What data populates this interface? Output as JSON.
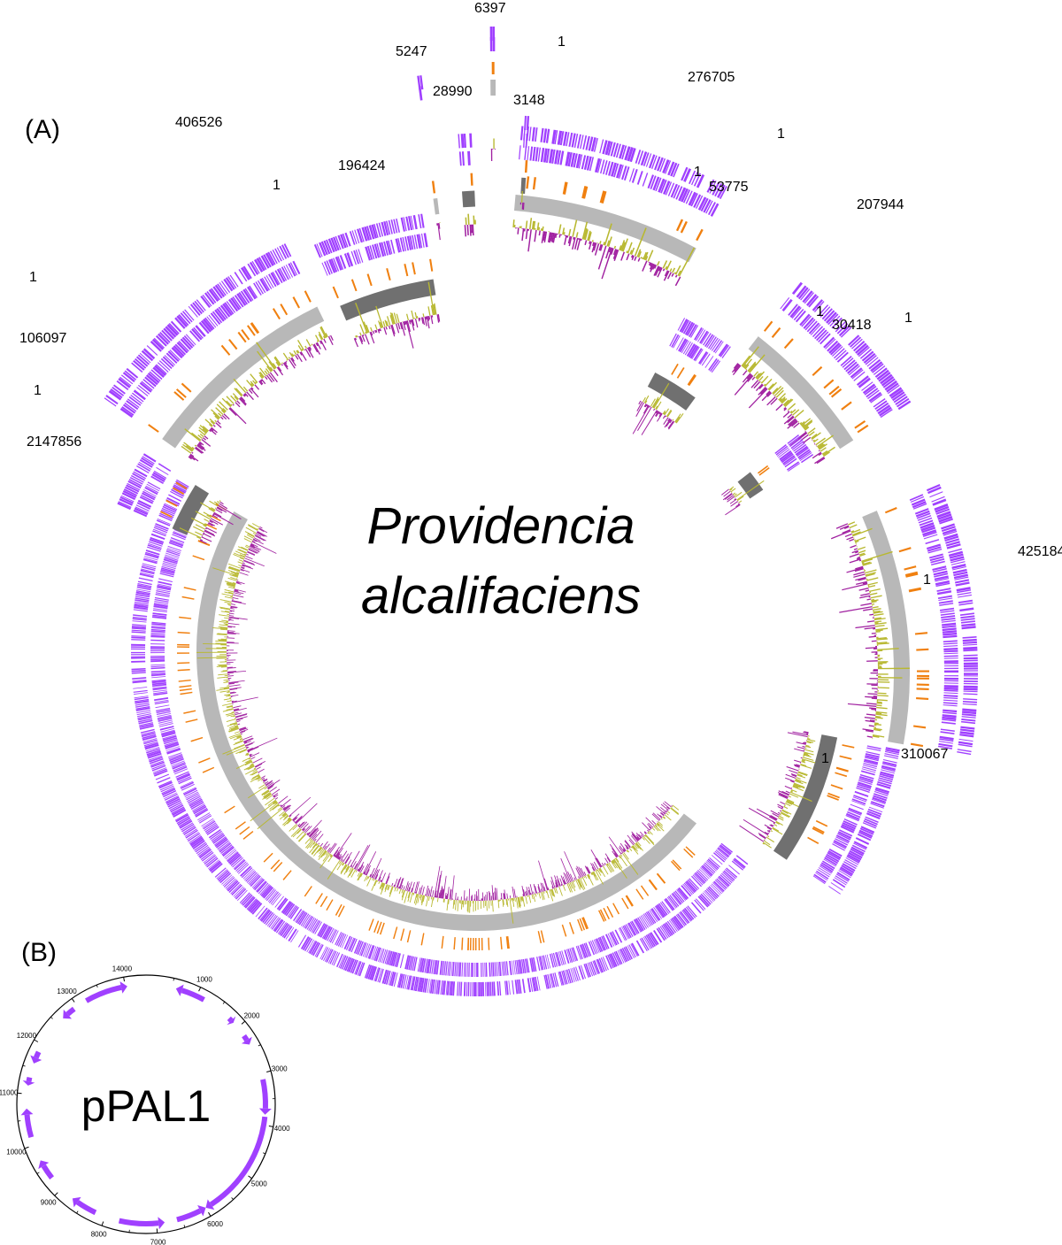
{
  "colors": {
    "gene_track": "#a040ff",
    "rna_feature": "#f08010",
    "contig_light": "#b8b8b8",
    "contig_dark": "#707070",
    "gc_positive": "#b8b830",
    "gc_negative": "#a020a0",
    "marker_line": "#000000"
  },
  "panel_a": {
    "label": "(A)",
    "title_line1": "Providencia",
    "title_line2": "alcalifaciens",
    "contig_labels": [
      {
        "id": "c1_start",
        "text": "1"
      },
      {
        "id": "c1_end",
        "text": "276705"
      },
      {
        "id": "c2_start",
        "text": "1"
      },
      {
        "id": "c2_end",
        "text": "207944"
      },
      {
        "id": "c3_start",
        "text": "1"
      },
      {
        "id": "c3_end",
        "text": "53775"
      },
      {
        "id": "c4_start",
        "text": "1"
      },
      {
        "id": "c4_end",
        "text": "30418"
      },
      {
        "id": "c5_start",
        "text": "1"
      },
      {
        "id": "c5_end",
        "text": "425184"
      },
      {
        "id": "c6_start",
        "text": "1"
      },
      {
        "id": "c6_end",
        "text": "310067"
      },
      {
        "id": "c7_start",
        "text": "1"
      },
      {
        "id": "c7_end",
        "text": "2147856"
      },
      {
        "id": "c8_start",
        "text": "1"
      },
      {
        "id": "c8_end",
        "text": "106097"
      },
      {
        "id": "c9_start",
        "text": "1"
      },
      {
        "id": "c9_end",
        "text": "406526"
      },
      {
        "id": "c10_start",
        "text": "1"
      },
      {
        "id": "c10_end",
        "text": "196424"
      },
      {
        "id": "c11_end",
        "text": "28990"
      },
      {
        "id": "c12_end",
        "text": "5247"
      },
      {
        "id": "c13_end",
        "text": "6397"
      },
      {
        "id": "c14_end",
        "text": "3148"
      }
    ]
  },
  "panel_b": {
    "label": "(B)",
    "plasmid_name": "pPAL1",
    "scale_ticks": [
      "1000",
      "2000",
      "3000",
      "4000",
      "5000",
      "6000",
      "7000",
      "8000",
      "9000",
      "10000",
      "11000",
      "12000",
      "13000",
      "14000"
    ]
  }
}
